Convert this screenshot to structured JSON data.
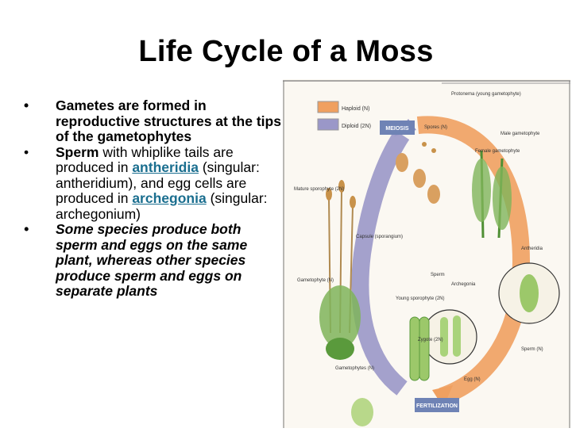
{
  "slide": {
    "title": "Life Cycle of a Moss",
    "bullet1": "Gametes are formed in reproductive structures at the tips of the gametophytes",
    "bullet2_lead": "Sperm",
    "bullet2_a": " with whiplike tails are produced in ",
    "bullet2_link1": "antheridia",
    "bullet2_b": " (singular: antheridium), and egg cells are produced in ",
    "bullet2_link2": "archegonia",
    "bullet2_c": " (singular: archegonium)",
    "bullet3": "Some species produce both sperm and eggs on the same plant, whereas other species produce sperm and eggs on separate plants"
  },
  "diagram": {
    "legend_haploid": "Haploid (N)",
    "legend_diploid": "Diploid (2N)",
    "meiosis": "MEIOSIS",
    "fertilization": "FERTILIZATION",
    "labels": {
      "protonema": "Protonema (young gametophyte)",
      "spores": "Spores (N)",
      "male_gametophyte": "Male gametophyte",
      "female_gametophyte": "Female gametophyte",
      "mature_sporophyte": "Mature sporophyte (2N)",
      "capsule": "Capsule (sporangium)",
      "antheridia": "Antheridia",
      "gametophyte_left": "Gametophyte (N)",
      "sperm_left": "Sperm",
      "archegonia": "Archegonia",
      "young_sporophyte": "Young sporophyte (2N)",
      "zygote": "Zygote (2N)",
      "sperm_right": "Sperm (N)",
      "gametophytes_bottom": "Gametophytes (N)",
      "egg": "Egg (N)"
    }
  },
  "colors": {
    "haploid": "#f0a060",
    "diploid": "#9a97c8",
    "plant": "#6aa84f",
    "link": "#1a6e8f"
  }
}
